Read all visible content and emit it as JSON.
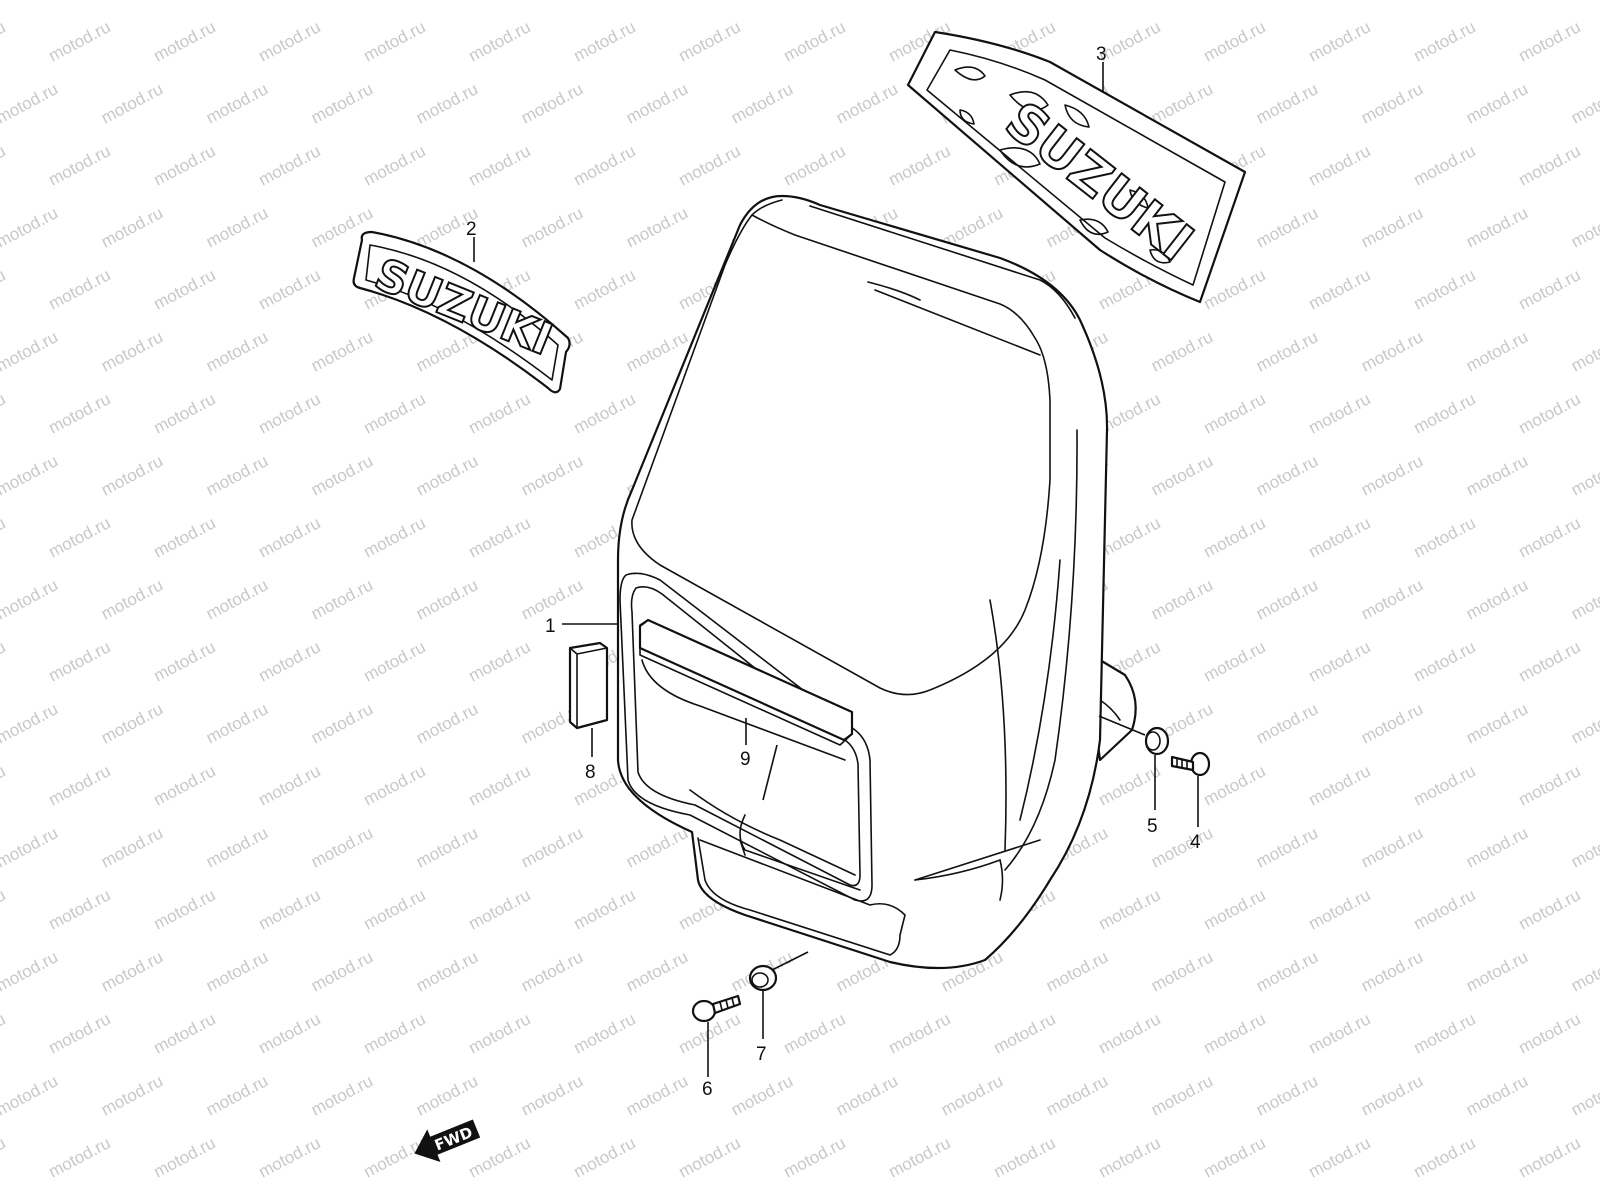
{
  "watermark": "motod.ru",
  "parts": [
    {
      "id": "1",
      "callout": "1",
      "name": "headlight cowling"
    },
    {
      "id": "2",
      "callout": "2",
      "emblem": "SUZUKI"
    },
    {
      "id": "3",
      "callout": "3",
      "emblem": "SUZUKI"
    },
    {
      "id": "4",
      "callout": "4"
    },
    {
      "id": "5",
      "callout": "5"
    },
    {
      "id": "6",
      "callout": "6"
    },
    {
      "id": "7",
      "callout": "7"
    },
    {
      "id": "8",
      "callout": "8"
    },
    {
      "id": "9",
      "callout": "9"
    }
  ],
  "direction_badge": "FWD"
}
